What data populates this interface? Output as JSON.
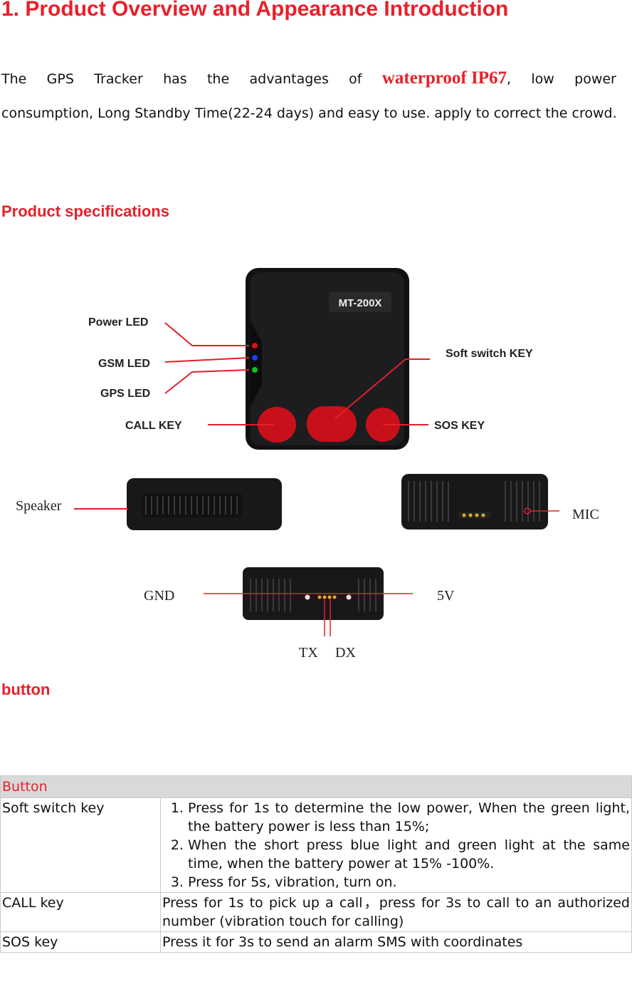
{
  "heading": "1.  Product Overview and Appearance Introduction",
  "intro": {
    "words": [
      "The",
      "GPS",
      "Tracker",
      "has",
      "the",
      "advantages",
      "of"
    ],
    "highlight": "waterproof  IP67",
    "after_comma": ",",
    "tail_words": [
      "low",
      "power"
    ],
    "line2": "consumption, Long Standby Time(22-24 days) and easy to use. apply to correct the crowd."
  },
  "spec_heading": "Product specifications",
  "figure": {
    "device_model": "MT-200X",
    "labels": {
      "power_led": "Power LED",
      "gsm_led": "GSM LED",
      "gps_led": "GPS LED",
      "call_key": "CALL KEY",
      "soft_switch": "Soft switch KEY",
      "sos_key": "SOS KEY",
      "speaker": "Speaker",
      "mic": "MIC",
      "gnd": "GND",
      "v5": "5V",
      "tx": "TX",
      "dx": "DX"
    },
    "colors": {
      "body": "#1d1d1f",
      "button": "#c8101a",
      "pointer": "#e0202a",
      "led_blue": "#1a3cff",
      "led_green": "#10c020",
      "led_red": "#e01010"
    }
  },
  "button_heading": "button",
  "table": {
    "header": "Button",
    "rows": [
      {
        "key": "Soft switch key",
        "steps": [
          "Press for 1s to determine the low power, When the green light, the battery power is less than 15%;",
          "When the short press blue light and green light at the same time, when the battery power at 15% -100%.",
          "Press for 5s, vibration, turn on."
        ]
      },
      {
        "key": "CALL key",
        "text": "Press for 1s to pick up a call，press for 3s to call to an authorized number (vibration touch for calling)"
      },
      {
        "key": "SOS key",
        "text": "Press it for 3s to send an alarm SMS with coordinates"
      }
    ]
  }
}
